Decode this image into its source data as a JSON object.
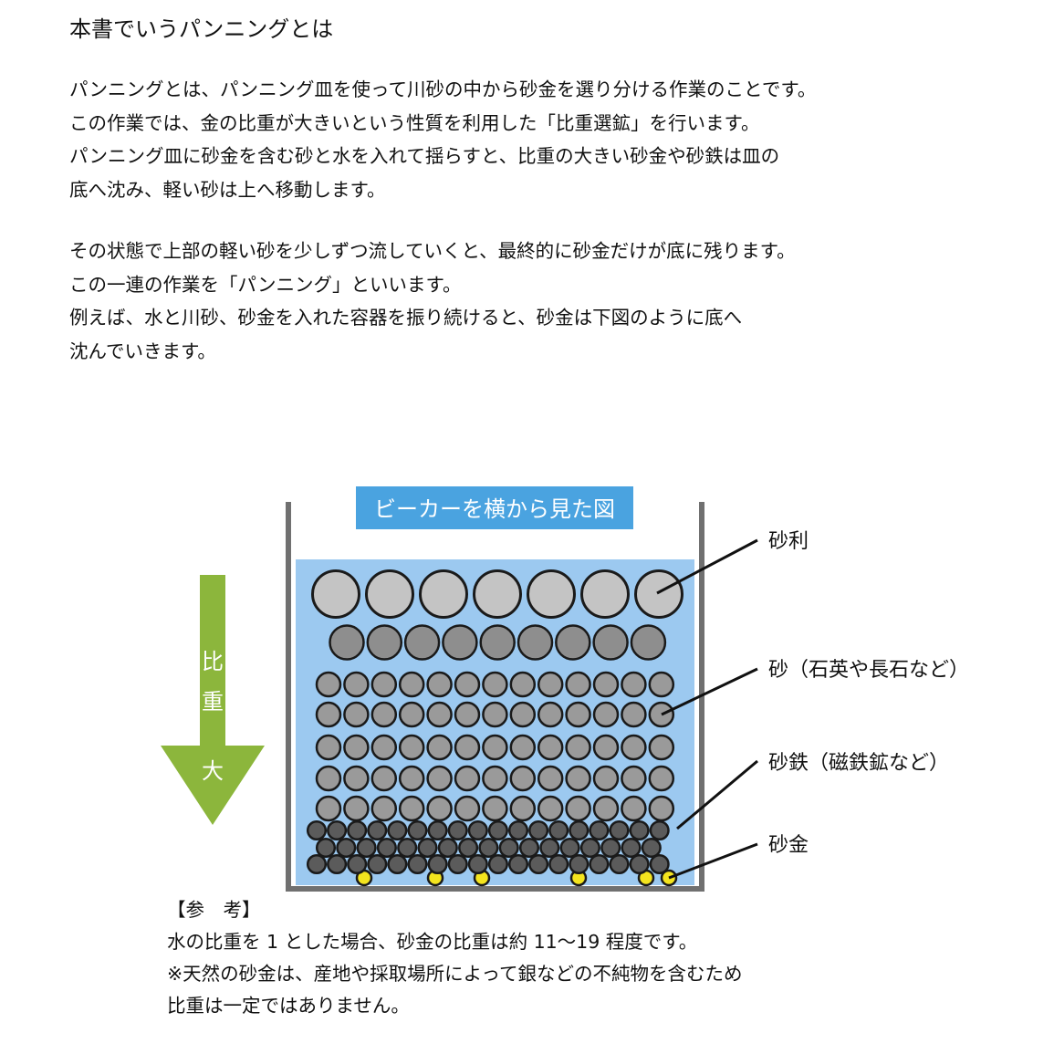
{
  "heading": "本書でいうパンニングとは",
  "intro_paragraph_1": [
    "パンニングとは、パンニング皿を使って川砂の中から砂金を選り分ける作業のことです。",
    "この作業では、金の比重が大きいという性質を利用した「比重選鉱」を行います。",
    "パンニング皿に砂金を含む砂と水を入れて揺らすと、比重の大きい砂金や砂鉄は皿の",
    "底へ沈み、軽い砂は上へ移動します。"
  ],
  "intro_paragraph_2": [
    "その状態で上部の軽い砂を少しずつ流していくと、最終的に砂金だけが底に残ります。",
    "この一連の作業を「パンニング」といいます。",
    "例えば、水と川砂、砂金を入れた容器を振り続けると、砂金は下図のように底へ",
    "沈んでいきます。"
  ],
  "diagram": {
    "title": "ビーカーを横から見た図",
    "arrow_chars": [
      "比",
      "重",
      "大"
    ],
    "labels": {
      "gravel": "砂利",
      "sand": "砂（石英や長石など）",
      "iron_sand": "砂鉄（磁鉄鉱など）",
      "gold": "砂金"
    },
    "colors": {
      "water": "#9cc9f0",
      "title_bg": "#4aa3e0",
      "gravel": "#c4c4c4",
      "sand_large": "#8e8e8e",
      "sand": "#9a9a9a",
      "iron_sand": "#5b5b5b",
      "gold": "#f4e41e",
      "arrow": "#8cb63c",
      "beaker": "#707070"
    }
  },
  "note": {
    "title": "【参　考】",
    "lines": [
      "水の比重を 1 とした場合、砂金の比重は約 11～19 程度です。",
      "※天然の砂金は、産地や採取場所によって銀などの不純物を含むため",
      "比重は一定ではありません。"
    ]
  }
}
